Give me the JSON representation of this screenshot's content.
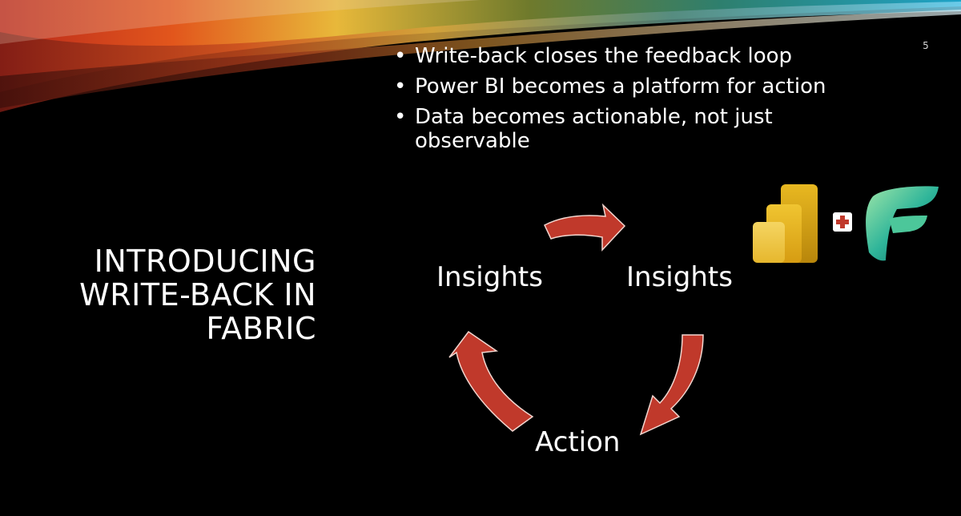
{
  "slide": {
    "page_number": "5",
    "title_lines": [
      "INTRODUCING",
      "WRITE-BACK IN",
      "FABRIC"
    ],
    "bullets": [
      "Write-back closes the feedback loop",
      "Power BI becomes a platform for action",
      "Data becomes actionable, not just observable"
    ],
    "cycle": {
      "labels": [
        "Insights",
        "Insights",
        "Action"
      ],
      "arrow_color": "#c0392b",
      "arrow_outline": "#f2d6cf"
    },
    "logos": {
      "plus_symbol": "+",
      "left_icon": "power-bi-logo-icon",
      "right_icon": "fabric-logo-icon"
    }
  }
}
